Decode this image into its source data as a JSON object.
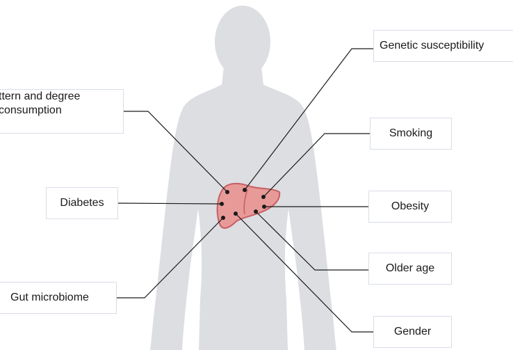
{
  "colors": {
    "silhouette": "#dcdee2",
    "liver_fill": "#e79a98",
    "liver_stroke": "#c85f63",
    "line": "#1a1a1a",
    "box_border": "#d8dde6"
  },
  "icons": [
    "human-silhouette",
    "liver-icon"
  ],
  "labels": {
    "alcohol": {
      "line1": "ttern and degree",
      "line2": " consumption"
    },
    "diabetes": "Diabetes",
    "gut_microbiome": "Gut microbiome",
    "genetic": "Genetic susceptibility",
    "smoking": "Smoking",
    "obesity": "Obesity",
    "older_age": "Older age",
    "gender": "Gender"
  }
}
